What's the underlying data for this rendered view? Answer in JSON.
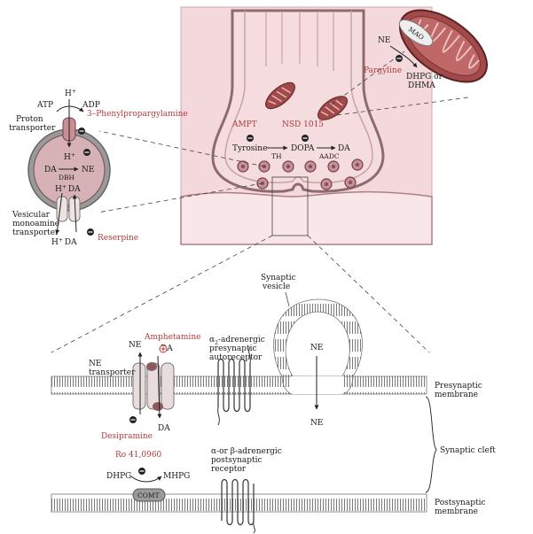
{
  "colors": {
    "pink_light": "#f6dfe1",
    "pink_mid": "#e9bfc3",
    "pink_dark": "#c98f95",
    "mito": "#a24a4a",
    "red_text": "#b23a3a",
    "membrane": "#6b6b6b"
  },
  "terminal": {
    "ampt": "AMPT",
    "nsd": "NSD 1015",
    "tyrosine": "Tyrosine",
    "dopa": "DOPA",
    "da": "DA",
    "th": "TH",
    "aadc": "AADC"
  },
  "mito_inset": {
    "ne": "NE",
    "mao": "MAO",
    "pargyline": "Pargyline",
    "product_1": "DHPG or",
    "product_2": "DHMA"
  },
  "vesicle_inset": {
    "h_top": "H",
    "h_top_sup": "+",
    "atp": "ATP",
    "adp": "ADP",
    "proton_1": "Proton",
    "proton_2": "transporter",
    "inhibitor": "3–Phenylpropargylamine",
    "h_inner": "H",
    "h_inner_sup": "+",
    "da": "DA",
    "ne": "NE",
    "dbh": "DBH",
    "h_da_h": "H",
    "h_da_sup": "+",
    "h_da_da": "DA",
    "vmat_1": "Vesicular",
    "vmat_2": "monoamine",
    "vmat_3": "transporter",
    "bottom_h": "H",
    "bottom_sup": "+",
    "bottom_da": "DA",
    "reserpine": "Reserpine"
  },
  "synapse": {
    "synaptic_1": "Synaptic",
    "synaptic_2": "vesicle",
    "amphetamine": "Amphetamine",
    "ne_top": "NE",
    "da_top": "DA",
    "net_1": "NE",
    "net_2": "transporter",
    "desipramine": "Desipramine",
    "da_bottom": "DA",
    "alpha2_a": "α",
    "alpha2_sub": "2",
    "alpha2_b": "-adrenergic",
    "alpha2_2": "presynaptic",
    "alpha2_3": "autoreceptor",
    "vesicle_ne": "NE",
    "released_ne": "NE",
    "presyn_1": "Presynaptic",
    "presyn_2": "membrane",
    "cleft": "Synaptic cleft",
    "ro": "Ro 41,0960",
    "dhpg": "DHPG",
    "mhpg": "MHPG",
    "comt": "COMT",
    "post_rec_1": "α-or β-adrenergic",
    "post_rec_2": "postsynaptic",
    "post_rec_3": "receptor",
    "postsyn_1": "Postsynaptic",
    "postsyn_2": "membrane"
  }
}
